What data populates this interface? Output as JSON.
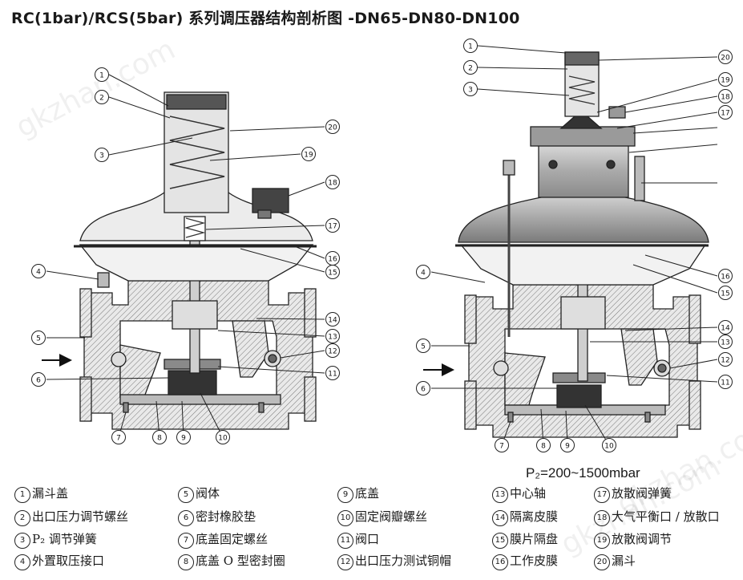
{
  "title": "RC(1bar)/RCS(5bar) 系列调压器结构剖析图 -DN65-DN80-DN100",
  "pressure_note": "P₂=200~1500mbar",
  "watermarks": [
    "gkzhan.com",
    "gkzhan.com",
    "gkzhan.com"
  ],
  "left_callouts": [
    "1",
    "2",
    "3",
    "4",
    "5",
    "6",
    "7",
    "8",
    "9",
    "10",
    "11",
    "12",
    "13",
    "14",
    "15",
    "16",
    "17",
    "18",
    "19",
    "20"
  ],
  "right_callouts": [
    "1",
    "2",
    "3",
    "4",
    "5",
    "6",
    "7",
    "8",
    "9",
    "10",
    "11",
    "12",
    "13",
    "14",
    "15",
    "16",
    "17",
    "18",
    "19",
    "20"
  ],
  "legend": [
    {
      "num": "1",
      "text": "漏斗盖"
    },
    {
      "num": "2",
      "text": "出口压力调节螺丝"
    },
    {
      "num": "3",
      "text": "P₂ 调节弹簧"
    },
    {
      "num": "4",
      "text": "外置取压接口"
    },
    {
      "num": "5",
      "text": "阀体"
    },
    {
      "num": "6",
      "text": "密封橡胶垫"
    },
    {
      "num": "7",
      "text": "底盖固定螺丝"
    },
    {
      "num": "8",
      "text": "底盖 O 型密封圈"
    },
    {
      "num": "9",
      "text": "底盖"
    },
    {
      "num": "10",
      "text": "固定阀瓣螺丝"
    },
    {
      "num": "11",
      "text": "阀口"
    },
    {
      "num": "12",
      "text": "出口压力测试铜帽"
    },
    {
      "num": "13",
      "text": "中心轴"
    },
    {
      "num": "14",
      "text": "隔离皮膜"
    },
    {
      "num": "15",
      "text": "膜片隔盘"
    },
    {
      "num": "16",
      "text": "工作皮膜"
    },
    {
      "num": "17",
      "text": "放散阀弹簧"
    },
    {
      "num": "18",
      "text": "大气平衡口 / 放散口"
    },
    {
      "num": "19",
      "text": "放散阀调节"
    },
    {
      "num": "20",
      "text": "漏斗"
    }
  ]
}
